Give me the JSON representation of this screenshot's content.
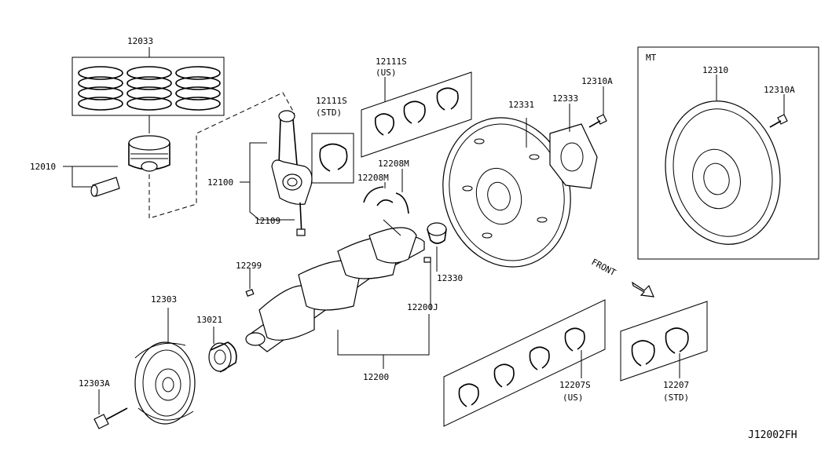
{
  "diagram": {
    "mt_box_title": "MT",
    "front_label": "FRONT",
    "code": "J12002FH",
    "labels": {
      "p12033": "12033",
      "p12010": "12010",
      "p12100": "12100",
      "p12109": "12109",
      "p12111S_us": "12111S",
      "p12111S_us_sub": "(US)",
      "p12111S_std": "12111S",
      "p12111S_std_sub": "(STD)",
      "p12208M_a": "12208M",
      "p12208M_b": "12208M",
      "p12331": "12331",
      "p12333": "12333",
      "p12310A_a": "12310A",
      "p12310": "12310",
      "p12310A_b": "12310A",
      "p12330": "12330",
      "p12299": "12299",
      "p12303": "12303",
      "p13021": "13021",
      "p12200J": "12200J",
      "p12200": "12200",
      "p12303A": "12303A",
      "p12207S": "12207S",
      "p12207S_sub": "(US)",
      "p12207": "12207",
      "p12207_sub": "(STD)"
    }
  }
}
